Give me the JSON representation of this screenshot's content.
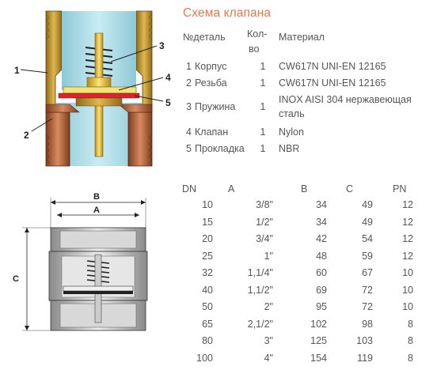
{
  "title": "Схема клапана",
  "parts_table": {
    "headers": {
      "num_name": "№деталь",
      "qty_line1": "Кол-",
      "qty_line2": "во",
      "material": "Материал"
    },
    "rows": [
      {
        "num": "1",
        "name": "Корпус",
        "qty": "1",
        "material": "CW617N UNI-EN 12165"
      },
      {
        "num": "2",
        "name": "Резьба",
        "qty": "1",
        "material": "CW617N UNI-EN 12165"
      },
      {
        "num": "3",
        "name": "Пружина",
        "qty": "1",
        "material_line1": "INOX AISI 304 нержавеющая",
        "material_line2": "сталь"
      },
      {
        "num": "4",
        "name": "Клапан",
        "qty": "1",
        "material": "Nylon"
      },
      {
        "num": "5",
        "name": "Прокладка",
        "qty": "1",
        "material": "NBR"
      }
    ]
  },
  "dimension_table": {
    "headers": {
      "dn": "DN",
      "a": "A",
      "b": "B",
      "c": "C",
      "pn": "PN"
    },
    "rows": [
      {
        "dn": "10",
        "a": "3/8\"",
        "b": "34",
        "c": "49",
        "pn": "12"
      },
      {
        "dn": "15",
        "a": "1/2\"",
        "b": "34",
        "c": "49",
        "pn": "12"
      },
      {
        "dn": "20",
        "a": "3/4\"",
        "b": "42",
        "c": "54",
        "pn": "12"
      },
      {
        "dn": "25",
        "a": "1\"",
        "b": "48",
        "c": "59",
        "pn": "12"
      },
      {
        "dn": "32",
        "a": "1,1/4\"",
        "b": "60",
        "c": "67",
        "pn": "10"
      },
      {
        "dn": "40",
        "a": "1,1/2\"",
        "b": "69",
        "c": "72",
        "pn": "10"
      },
      {
        "dn": "50",
        "a": "2\"",
        "b": "95",
        "c": "72",
        "pn": "10"
      },
      {
        "dn": "65",
        "a": "2,1/2\"",
        "b": "102",
        "c": "98",
        "pn": "8"
      },
      {
        "dn": "80",
        "a": "3\"",
        "b": "125",
        "c": "103",
        "pn": "8"
      },
      {
        "dn": "100",
        "a": "4\"",
        "b": "154",
        "c": "119",
        "pn": "8"
      }
    ]
  },
  "diagram_labels": {
    "callouts": [
      "1",
      "2",
      "3",
      "4",
      "5"
    ],
    "dimensions": {
      "a": "A",
      "b": "B",
      "c": "C"
    }
  },
  "colors": {
    "title": "#e8784a",
    "brass": "#c99a2e",
    "copper": "#b3623c",
    "water": "#a9d6e0",
    "valve_disc": "#f2e27a",
    "gasket": "#d8262b"
  }
}
